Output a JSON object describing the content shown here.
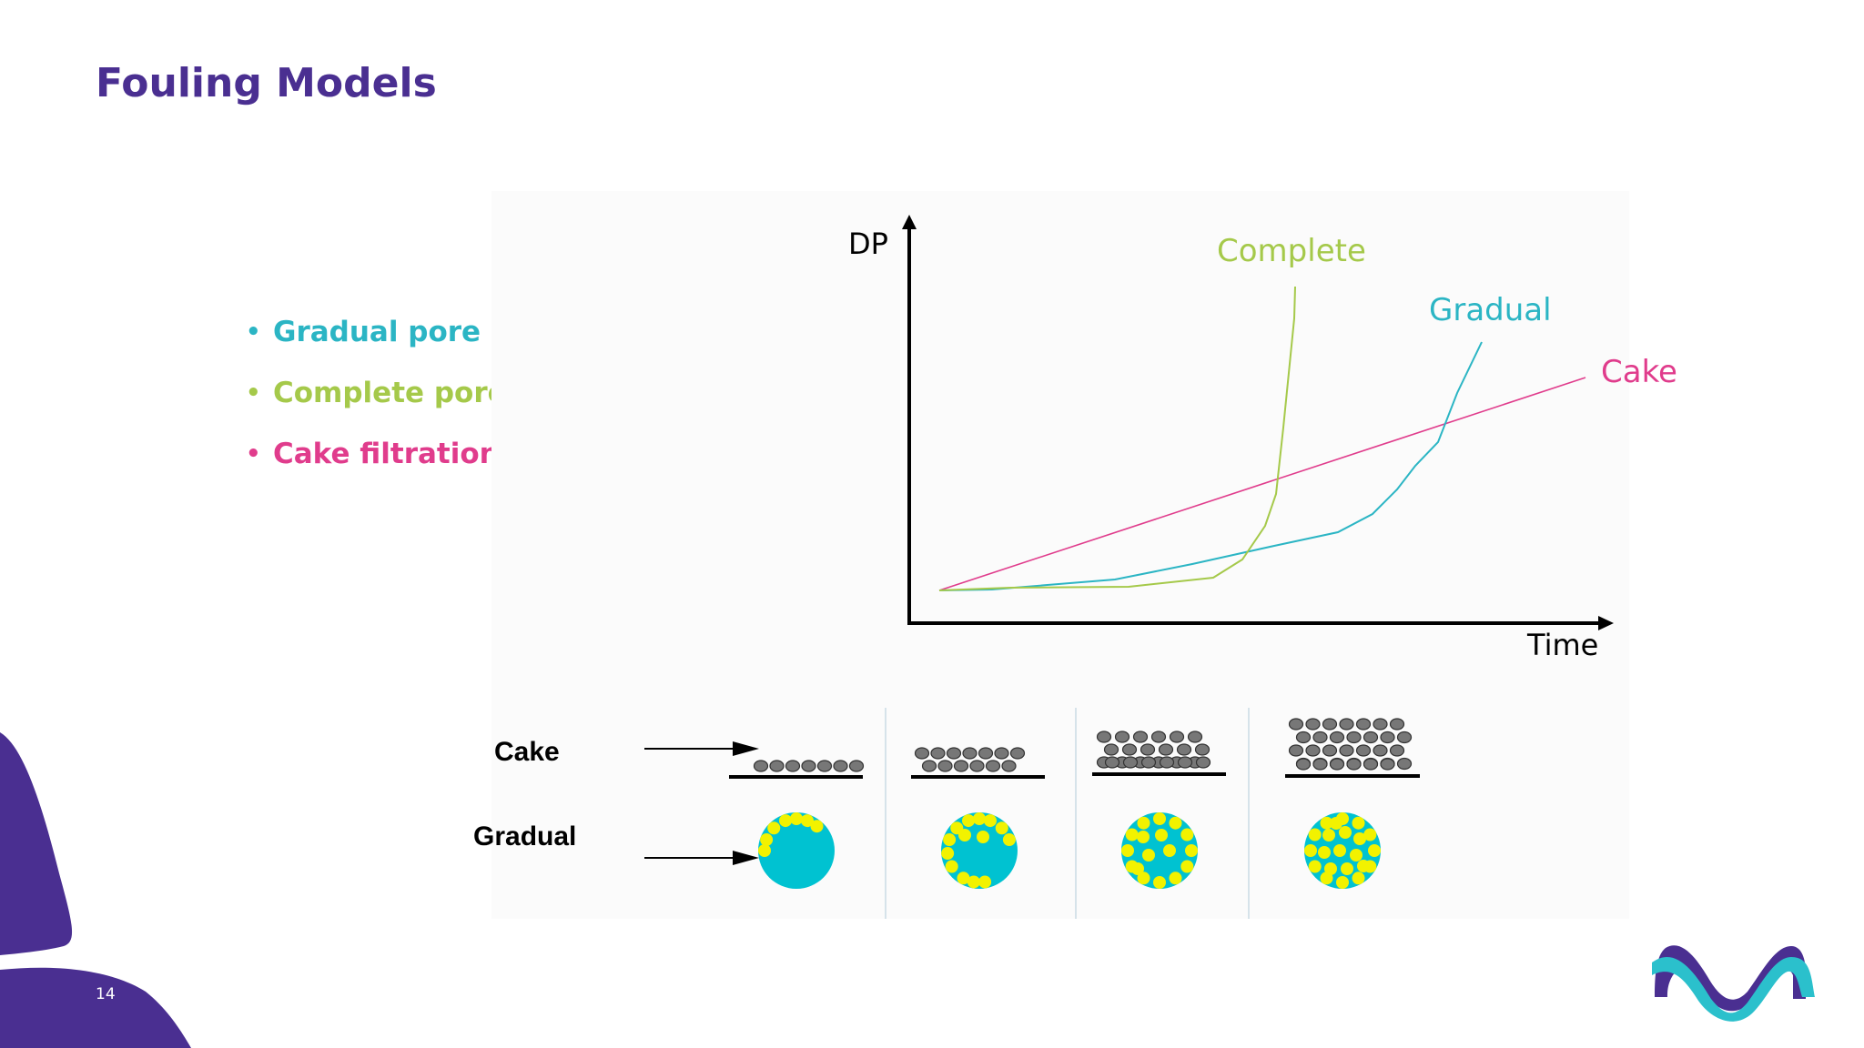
{
  "slide": {
    "title": "Fouling Models",
    "page_number": "14"
  },
  "bullets": [
    {
      "text": "Gradual pore plugging",
      "color": "#2bb5c4"
    },
    {
      "text": "Complete pore plugging",
      "color": "#a5c94a"
    },
    {
      "text": "Cake filtration",
      "color": "#e03c8c"
    }
  ],
  "diagram": {
    "y_axis_label": "DP",
    "x_axis_label": "Time",
    "curves": [
      {
        "label": "Complete",
        "color": "#a5c94a"
      },
      {
        "label": "Gradual",
        "color": "#2bb5c4"
      },
      {
        "label": "Cake",
        "color": "#e03c8c"
      }
    ],
    "rows": [
      {
        "label": "Cake"
      },
      {
        "label": "Gradual"
      }
    ],
    "stages": 4
  },
  "colors": {
    "brand_purple": "#4a2f91",
    "particle_grey": "#777777",
    "pore_cyan": "#00c2d1",
    "particle_yellow": "#f2f200"
  },
  "logo": {
    "icon": "m-logo-icon"
  }
}
